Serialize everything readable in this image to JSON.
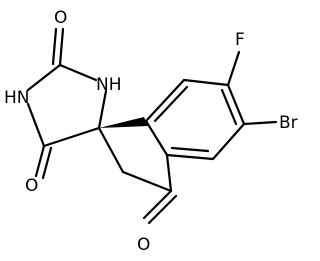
{
  "molecule": {
    "atoms": {
      "o_top": "O",
      "nh_right": "NH",
      "hn_left": "HN",
      "o_left": "O",
      "f": "F",
      "br": "Br",
      "o_bottom": "O"
    }
  }
}
